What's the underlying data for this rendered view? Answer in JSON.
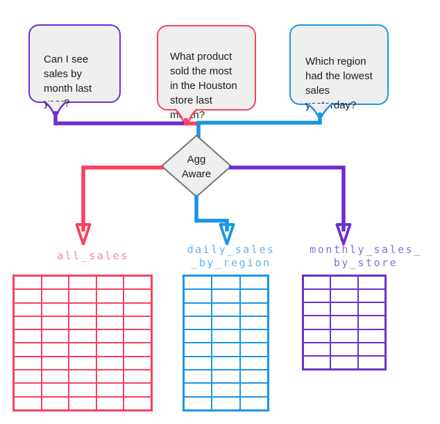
{
  "colors": {
    "purple": "#6D2FCF",
    "pink": "#F9415F",
    "blue": "#1B95E6",
    "label_pink": "#F9849B",
    "label_blue": "#63B3ED",
    "label_purple": "#8E6BDC",
    "shape_fill": "#EFEFEF",
    "diamond_border": "#757575",
    "text": "#1C1C1C"
  },
  "bubbles": [
    {
      "id": "purple",
      "text": "Can I see\nsales by\nmonth last\nyear?"
    },
    {
      "id": "pink",
      "text": "What product\nsold the most\nin the Houston\nstore last\nmonth?"
    },
    {
      "id": "blue",
      "text": "Which region\nhad the lowest\nsales\nyesterday?"
    }
  ],
  "decision": {
    "label": "Agg\nAware"
  },
  "tables": [
    {
      "label": "all_sales",
      "rows": 10,
      "cols": 5
    },
    {
      "label": "daily_sales\n_by_region",
      "rows": 10,
      "cols": 3
    },
    {
      "label": "monthly_sales_\nby_store",
      "rows": 7,
      "cols": 3
    }
  ]
}
